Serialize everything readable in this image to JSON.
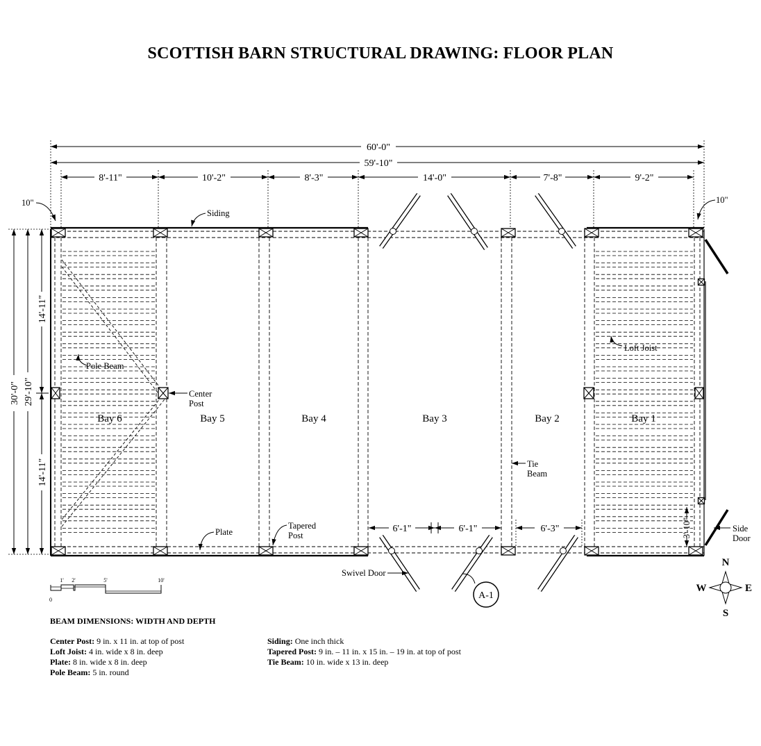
{
  "title": "SCOTTISH BARN STRUCTURAL DRAWING: FLOOR PLAN",
  "dimensions": {
    "overall_length": "60'-0\"",
    "inner_length": "59'-10\"",
    "bays": [
      "8'-11\"",
      "10'-2\"",
      "8'-3\"",
      "14'-0\"",
      "7'-8\"",
      "9'-2\""
    ],
    "left_offset": "10\"",
    "right_offset": "10\"",
    "overall_width": "30'-0\"",
    "inner_width": "29'-10\"",
    "half_width_upper": "14'-11\"",
    "half_width_lower": "14'-11\"",
    "door_bay3_left": "6'-1\"",
    "door_bay3_right": "6'-1\"",
    "door_bay2": "6'-3\"",
    "side_door_width": "3'-10\""
  },
  "bay_labels": [
    "Bay 6",
    "Bay 5",
    "Bay 4",
    "Bay 3",
    "Bay 2",
    "Bay 1"
  ],
  "callouts": {
    "siding": "Siding",
    "loft_joist": "Loft Joist",
    "pole_beam": "Pole Beam",
    "center_post_1": "Center",
    "center_post_2": "Post",
    "tie_beam_1": "Tie",
    "tie_beam_2": "Beam",
    "plate": "Plate",
    "tapered_post_1": "Tapered",
    "tapered_post_2": "Post",
    "swivel_door": "Swivel Door",
    "side_door_1": "Side",
    "side_door_2": "Door",
    "section_ref": "A-1"
  },
  "scale_bar": {
    "ticks": [
      "0",
      "1'",
      "2'",
      "5'",
      "10'"
    ]
  },
  "compass": {
    "north": "N",
    "south": "S",
    "east": "E",
    "west": "W"
  },
  "legend": {
    "heading": "BEAM DIMENSIONS: WIDTH AND DEPTH",
    "items": [
      {
        "name": "Center Post:",
        "value": "9 in. x 11 in. at top of post"
      },
      {
        "name": "Loft Joist:",
        "value": "4 in. wide x 8 in. deep"
      },
      {
        "name": "Plate:",
        "value": "8 in. wide x 8 in. deep"
      },
      {
        "name": "Pole Beam:",
        "value": "5 in. round"
      },
      {
        "name": "Siding:",
        "value": "One inch thick"
      },
      {
        "name": "Tapered Post:",
        "value": "9 in. – 11 in. x 15 in. – 19 in. at top of post"
      },
      {
        "name": "Tie Beam:",
        "value": "10 in. wide x 13 in. deep"
      }
    ]
  }
}
